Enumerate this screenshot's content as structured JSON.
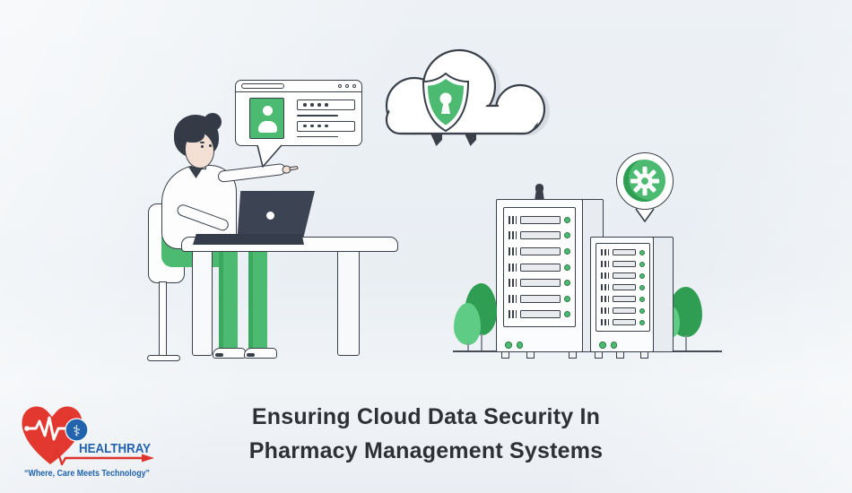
{
  "banner": {
    "title_line1": "Ensuring Cloud Data Security In",
    "title_line2": "Pharmacy Management Systems"
  },
  "brand": {
    "name": "HEALTHRAY",
    "tagline": "“Where, Care Meets Technology”",
    "logo_symbols": [
      "heart",
      "ecg-pulse-line",
      "medical-caduceus",
      "arrow-right"
    ]
  },
  "illustration": {
    "login_window": {
      "window_control_dots": 3,
      "password_fields": 2,
      "dots_per_password_field": 4,
      "avatar_icon": "user-avatar"
    },
    "cloud": {
      "badge_icon": "security-shield-keyhole",
      "plugs": 2
    },
    "settings_bubble": {
      "icon": "gear"
    },
    "server_rack_large": {
      "slots": 7,
      "bottom_status_lights": 2
    },
    "server_rack_small": {
      "slots": 7,
      "bottom_status_lights": 2
    },
    "trees": 3
  },
  "colors": {
    "green": "#4cbb71",
    "green_dark": "#2f9e53",
    "green_light": "#5ecc85",
    "outline": "#394049",
    "laptop_dark": "#3c4454",
    "brand_red": "#e2382f",
    "brand_blue": "#2163ac",
    "title_text": "#2e3134",
    "background": "#ebeff4"
  }
}
